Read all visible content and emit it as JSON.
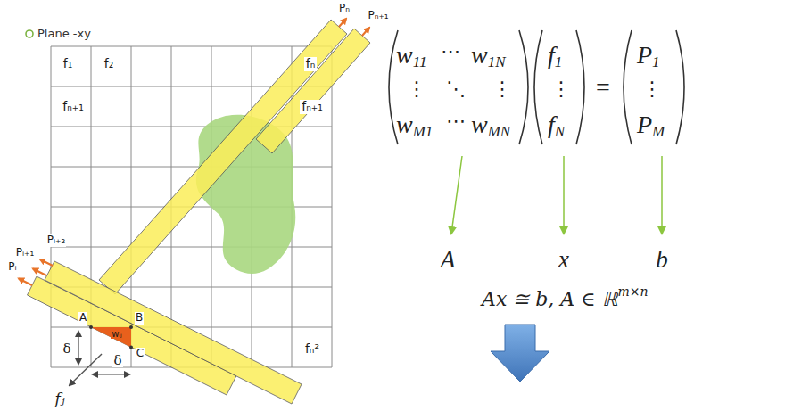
{
  "diagram": {
    "labels": [
      "Plane -xy",
      "f₁",
      "f₂",
      "fₙ",
      "fₙ₊₁",
      "fₙ₊₁",
      "fₙ²",
      "Pₙ",
      "Pₙ₊₁",
      "Pᵢ",
      "Pᵢ₊₁",
      "Pᵢ₊₂",
      "A",
      "B",
      "C",
      "δ",
      "δ",
      "wᵢⱼ",
      "fⱼ",
      "w",
      "11",
      "⋯",
      "w",
      "1N",
      "⋮",
      "⋱",
      "⋮",
      "w",
      "M1",
      "⋯",
      "w",
      "MN",
      "f",
      "1",
      "⋮",
      "f",
      "N",
      "=",
      "P",
      "1",
      "⋮",
      "P",
      "M",
      "A",
      "x",
      "b",
      "Ax ≅ b, A ∈ ℝ",
      "m×n"
    ]
  }
}
